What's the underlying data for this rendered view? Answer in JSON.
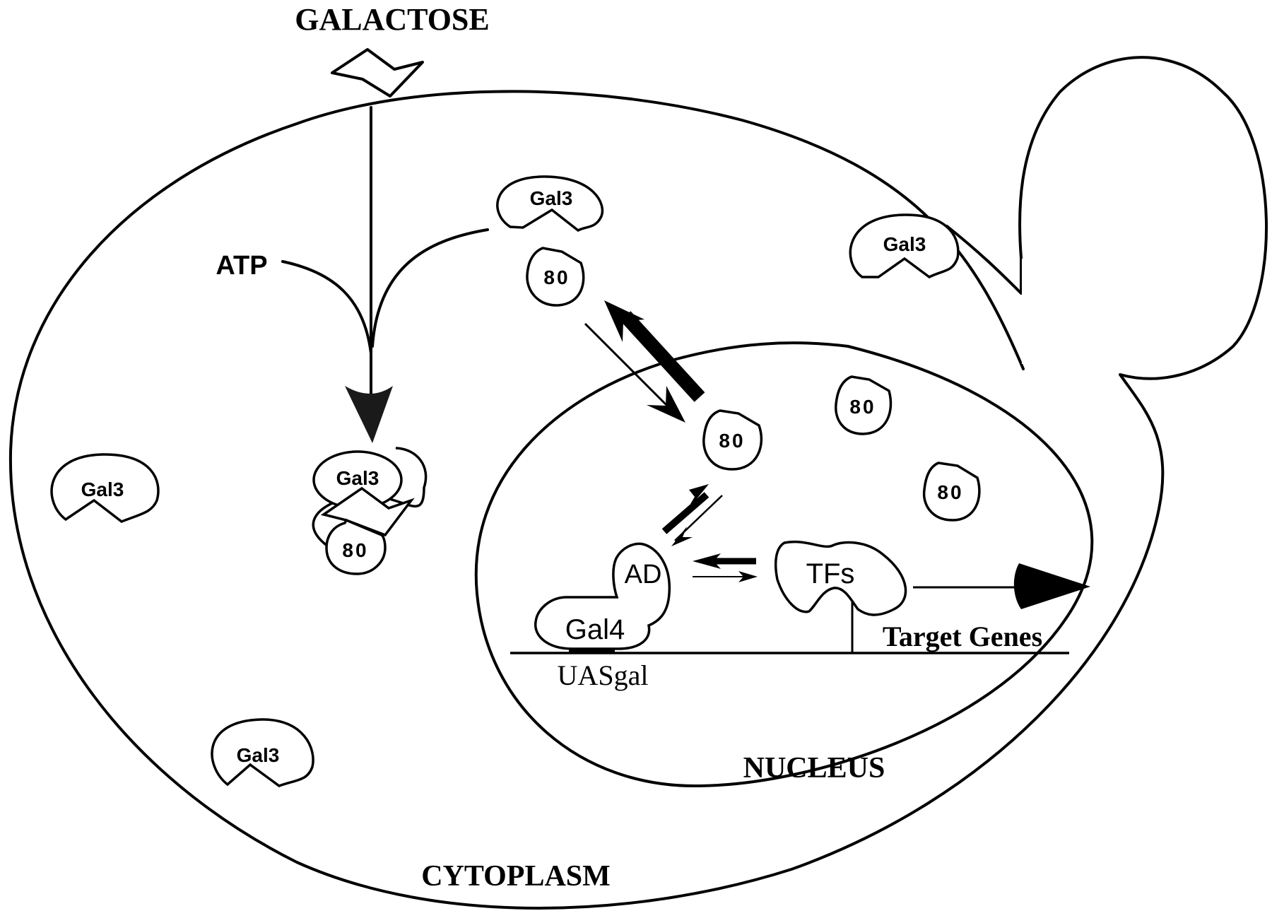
{
  "figure": {
    "title": "Galactose signaling pathway in yeast (Gal3, Gal80, Gal4)",
    "colors": {
      "ink": "#000000",
      "background": "#ffffff"
    }
  },
  "labels": {
    "galactose": "GALACTOSE",
    "atp": "ATP",
    "cytoplasm": "CYTOPLASM",
    "nucleus": "NUCLEUS",
    "uas": "UASgal",
    "target_genes": "Target Genes"
  },
  "proteins": {
    "gal3": "Gal3",
    "gal80": "80",
    "gal4": "Gal4",
    "ad": "AD",
    "tfs": "TFs"
  },
  "compartments": [
    "cytoplasm",
    "nucleus",
    "bud"
  ],
  "icons": {
    "galactose_molecule": "hexagon-ring-icon",
    "arrow_heavy": "thick-arrow-icon",
    "arrow_light": "thin-arrow-icon",
    "transcription_arrow": "filled-triangle-arrow-icon"
  }
}
